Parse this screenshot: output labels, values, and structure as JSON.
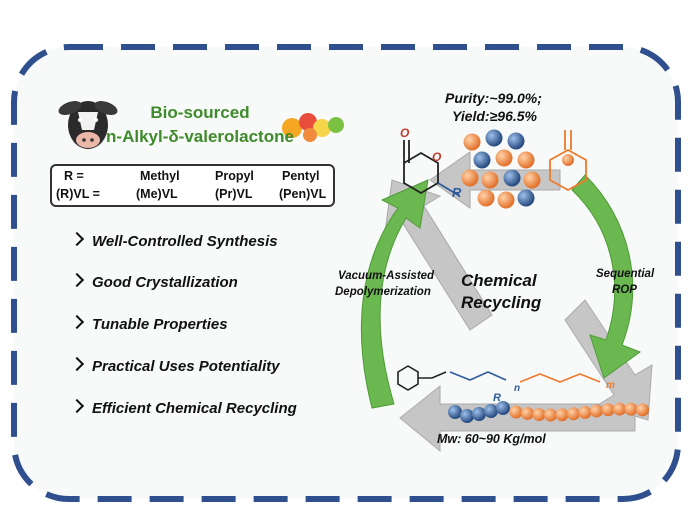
{
  "title": {
    "line1": "Bio-sourced",
    "line2": "n-Alkyl-δ-valerolactone"
  },
  "r_table": {
    "row1": [
      "R =",
      "Methyl",
      "Propyl",
      "Pentyl"
    ],
    "row2": [
      "(R)VL =",
      "(Me)VL",
      "(Pr)VL",
      "(Pen)VL"
    ]
  },
  "features": [
    "Well-Controlled Synthesis",
    "Good Crystallization",
    "Tunable Properties",
    "Practical Uses Potentiality",
    "Efficient Chemical Recycling"
  ],
  "purity": {
    "line1": "Purity:~99.0%;",
    "line2": "Yield:≥96.5%"
  },
  "center": {
    "line1": "Chemical",
    "line2": "Recycling"
  },
  "left_arrow_label": {
    "line1": "Vacuum-Assisted",
    "line2": "Depolymerization"
  },
  "right_arrow_label": {
    "line1": "Sequential",
    "line2": "ROP"
  },
  "mw_label": "Mw: 60~90 Kg/mol",
  "structure_labels": {
    "r_group": "R",
    "oxygen": "O",
    "carbonyl": "O",
    "n": "n",
    "m": "m"
  },
  "colors": {
    "blue": "#2f5b9a",
    "orange": "#ef8a3c",
    "green": "#6ab84f",
    "gray": "#bdbdbd",
    "border": "#2f4f8f"
  }
}
